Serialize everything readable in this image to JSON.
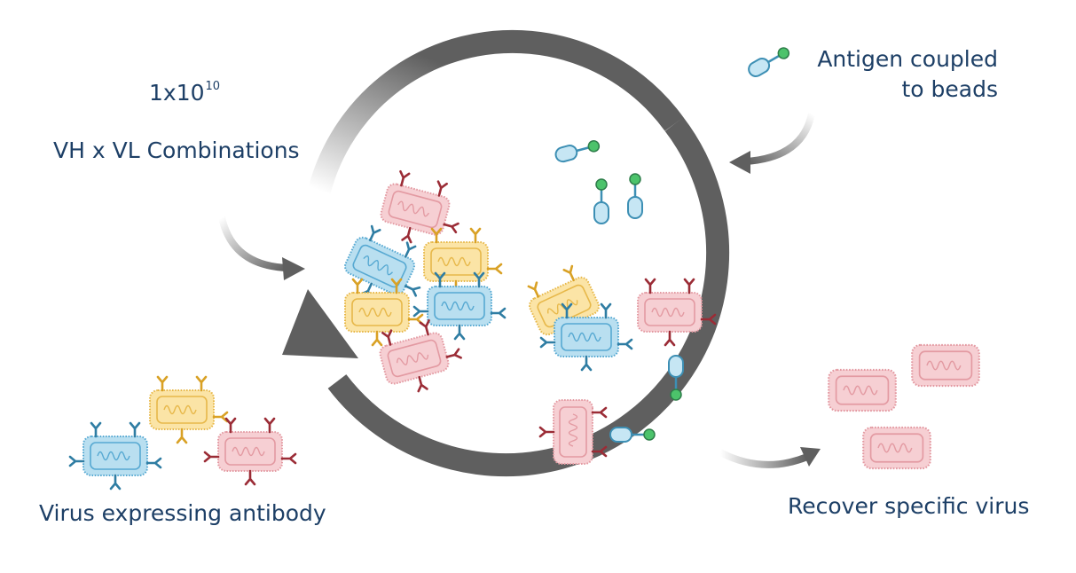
{
  "labels": {
    "library_count_base": "1x10",
    "library_count_exp": "10",
    "library_desc": "VH x VL Combinations",
    "antigen_line1": "Antigen coupled",
    "antigen_line2": "to beads",
    "virus_expressing": "Virus expressing antibody",
    "recover": "Recover specific virus"
  },
  "colors": {
    "text": "#1d3f66",
    "arrow": "#5f5f5f",
    "blue_fill": "#b9dff0",
    "blue_stroke": "#57a9d2",
    "blue_antibody": "#2f7da3",
    "yellow_fill": "#fbe4a6",
    "yellow_stroke": "#e7b84a",
    "yellow_antibody": "#d9a125",
    "pink_fill": "#f6cfd3",
    "pink_stroke": "#e39aa2",
    "pink_antibody": "#9b2c36",
    "bead_fill": "#c6e6f4",
    "bead_stroke": "#3d8fb4",
    "antigen_green": "#4cc36b"
  },
  "icons": {
    "virus": "virus-particle-icon",
    "antigen": "antigen-bead-icon",
    "arrow": "curved-arrow-icon"
  }
}
